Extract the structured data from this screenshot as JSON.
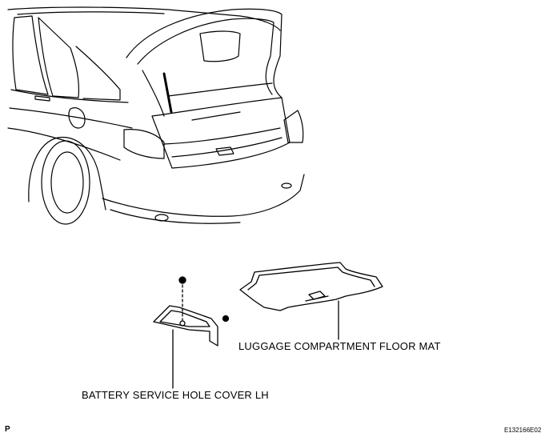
{
  "labels": {
    "floor_mat": "LUGGAGE COMPARTMENT FLOOR MAT",
    "battery_cover": "BATTERY SERVICE HOLE COVER LH",
    "corner_mark": "P",
    "figure_code": "E132166E02"
  },
  "colors": {
    "ink": "#000000",
    "background": "#ffffff"
  }
}
